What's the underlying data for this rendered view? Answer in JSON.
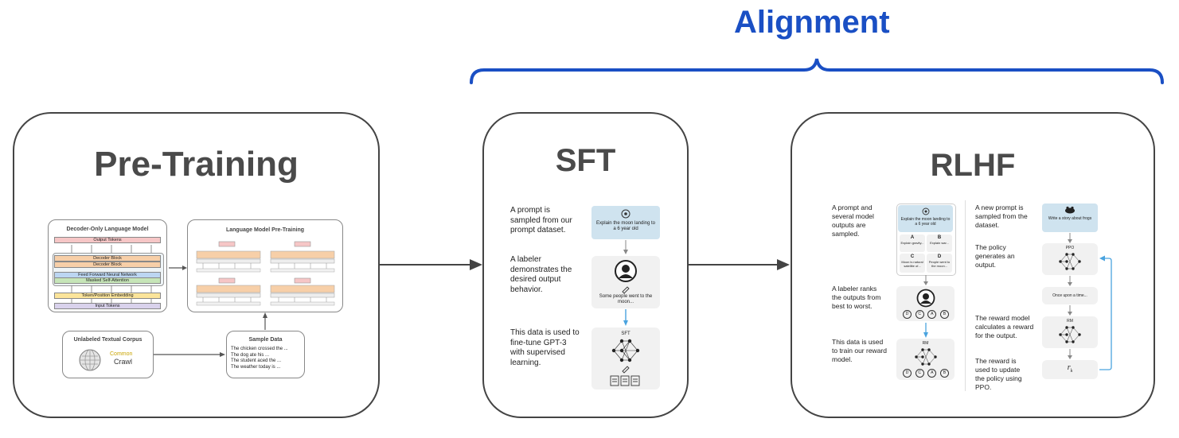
{
  "header": {
    "title": "Alignment",
    "title_color": "#1a4fc4"
  },
  "pretraining": {
    "title": "Pre-Training",
    "decoder": {
      "title": "Decoder-Only Language Model",
      "output_tokens": "Output Tokens",
      "decoder_block_1": "Decoder Block",
      "decoder_block_2": "Decoder Block",
      "ffn": "Feed Forward Neural Network",
      "attention": "Masked Self-Attention",
      "embedding": "Token/Position Embedding",
      "input_tokens": "Input Tokens"
    },
    "lm_pretraining": {
      "title": "Language Model Pre-Training"
    },
    "corpus": {
      "title": "Unlabeled Textual Corpus",
      "common": "Common",
      "crawl": "Crawl"
    },
    "sample": {
      "title": "Sample Data",
      "lines": [
        "The chicken crossed the ...",
        "The dog ate his ...",
        "The student aced the ...",
        "The weather today is ..."
      ]
    }
  },
  "sft": {
    "title": "SFT",
    "step1": "A prompt is sampled from our prompt dataset.",
    "step2": "A labeler demonstrates the desired output behavior.",
    "step3": "This data is used to fine-tune GPT-3 with supervised learning.",
    "prompt_card": "Explain the moon landing to a 6 year old",
    "demo_text": "Some people went to the moon...",
    "model_label": "SFT"
  },
  "rlhf": {
    "title": "RLHF",
    "left_step1": "A prompt and several model outputs are sampled.",
    "left_step2": "A labeler ranks the outputs from best to worst.",
    "left_step3": "This data is used to train our reward model.",
    "right_step1": "A new prompt is sampled from the dataset.",
    "right_step2": "The policy generates an output.",
    "right_step3": "The reward model calculates a reward for the output.",
    "right_step4": "The reward is used to update the policy using PPO.",
    "prompt_card": "Explain the moon landing to a 6 year old",
    "outputs": [
      {
        "letter": "A",
        "text": "Explain gravity..."
      },
      {
        "letter": "B",
        "text": "Explain war..."
      },
      {
        "letter": "C",
        "text": "Moon is natural satellite of..."
      },
      {
        "letter": "D",
        "text": "People went to the moon..."
      }
    ],
    "ranking": [
      "D",
      "C",
      "A",
      "B"
    ],
    "rm_label": "RM",
    "new_prompt": "Write a story about frogs",
    "ppo_label": "PPO",
    "output_text": "Once upon a time...",
    "rm_label_2": "RM",
    "reward_symbol": "r",
    "reward_sub": "k"
  }
}
